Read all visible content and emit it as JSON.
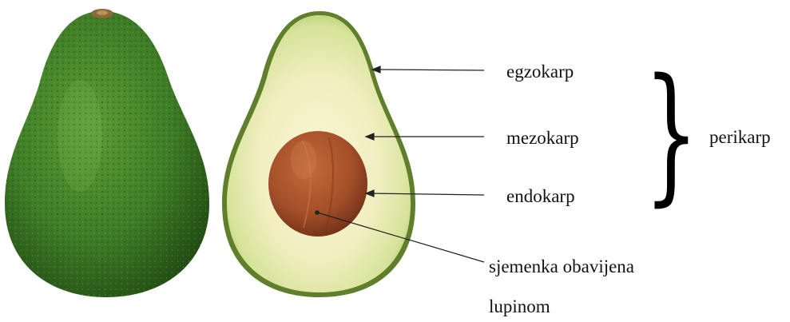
{
  "labels": {
    "exocarp": "egzokarp",
    "mesocarp": "mezokarp",
    "endocarp": "endokarp",
    "pericarp": "perikarp",
    "seed_line1": "sjemenka obavijena",
    "seed_line2": "lupinom"
  },
  "colors": {
    "skin_dark": "#2c5e1c",
    "skin_mid": "#3f7e27",
    "rind_edge": "#6d8f34",
    "flesh_outer": "#b9d277",
    "flesh_inner": "#f4f0c6",
    "seed": "#a8522b",
    "arrow": "#222222"
  },
  "icons": {
    "whole": "avocado-whole-icon",
    "half": "avocado-half-icon",
    "brace": "right-curly-brace"
  }
}
